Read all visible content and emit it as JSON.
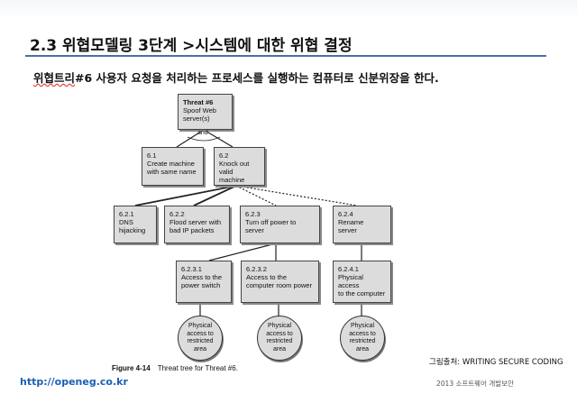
{
  "header": {
    "title": "2.3  위협모델링 3단계  >시스템에 대한 위협 결정",
    "subtitle_mark": "위협트리",
    "subtitle_rest": "#6  사용자 요청을 처리하는 프로세스를 실행하는 컴퓨터로 신분위장을 한다."
  },
  "tree": {
    "root": {
      "lines": [
        "Threat #6",
        "Spoof Web",
        "server(s)"
      ]
    },
    "and_label": "and",
    "level1": [
      {
        "lines": [
          "6.1",
          "Create machine",
          "with same name"
        ]
      },
      {
        "lines": [
          "6.2",
          "Knock out",
          "valid machine"
        ]
      }
    ],
    "level2": [
      {
        "lines": [
          "6.2.1",
          "DNS",
          "hijacking"
        ]
      },
      {
        "lines": [
          "6.2.2",
          "Flood server with",
          "bad IP packets"
        ]
      },
      {
        "lines": [
          "6.2.3",
          "Turn off power to",
          "server"
        ]
      },
      {
        "lines": [
          "6.2.4",
          "Rename",
          "server"
        ]
      }
    ],
    "level3": [
      {
        "lines": [
          "6.2.3.1",
          "Access to the",
          "power switch"
        ]
      },
      {
        "lines": [
          "6.2.3.2",
          "Access to the",
          "computer room power"
        ]
      },
      {
        "lines": [
          "6.2.4.1",
          "Physical access",
          "to the computer"
        ]
      }
    ],
    "leaves": [
      {
        "lines": [
          "Physical",
          "access to",
          "restricted",
          "area"
        ]
      },
      {
        "lines": [
          "Physical",
          "access to",
          "restricted",
          "area"
        ]
      },
      {
        "lines": [
          "Physical",
          "access to",
          "restricted",
          "area"
        ]
      }
    ]
  },
  "caption": {
    "label": "Figure 4-14",
    "text": "Threat tree for Threat #6."
  },
  "source": "그림출처: WRITING SECURE CODING",
  "footer": {
    "url": "http://openeg.co.kr",
    "right": "2013 소프트웨어 개발보안"
  }
}
